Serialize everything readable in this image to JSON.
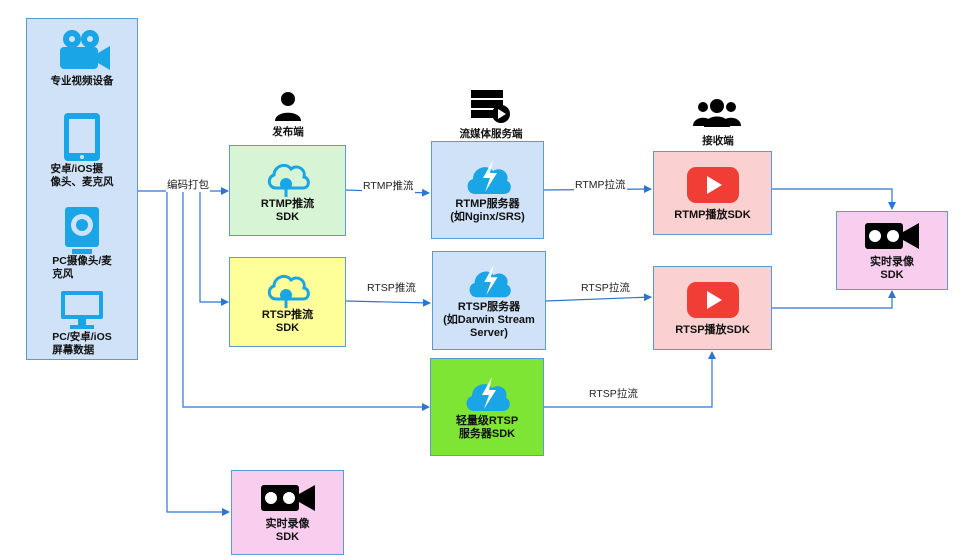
{
  "source": {
    "items": [
      {
        "label": "专业视频设备",
        "icon": "video-camera-icon"
      },
      {
        "label": "安卓/iOS摄\n像头、麦克风",
        "icon": "tablet-icon"
      },
      {
        "label": "PC摄像头/麦\n克风",
        "icon": "webcam-icon"
      },
      {
        "label": "PC/安卓/iOS\n屏幕数据",
        "icon": "monitor-icon"
      }
    ]
  },
  "edge_labels": {
    "encode": "编码打包",
    "rtmp_push": "RTMP推流",
    "rtmp_pull": "RTMP拉流",
    "rtsp_push": "RTSP推流",
    "rtsp_pull_1": "RTSP拉流",
    "rtsp_pull_2": "RTSP拉流"
  },
  "captions": {
    "publisher": "发布端",
    "server": "流媒体服务端",
    "receiver": "接收端"
  },
  "nodes": {
    "rtmp_push": "RTMP推流\nSDK",
    "rtsp_push": "RTSP推流\nSDK",
    "rtmp_server": "RTMP服务器\n(如Nginx/SRS)",
    "rtsp_server": "RTSP服务器\n(如Darwin Stream\nServer)",
    "light_rtsp": "轻量级RTSP\n服务器SDK",
    "rtmp_player": "RTMP播放SDK",
    "rtsp_player": "RTSP播放SDK",
    "record_right": "实时录像\nSDK",
    "record_bottom": "实时录像\nSDK"
  },
  "colors": {
    "line": "#2e75d0",
    "border": "#5b9bd5",
    "source_fill": "#cfe2f8",
    "push_green": "#d7f4d4",
    "push_yellow": "#ffff99",
    "server_blue": "#cfe2f8",
    "light_green": "#7ee534",
    "player_red": "#fbd0d0",
    "record_pink": "#f8cdee",
    "icon_blue": "#1aa6e6",
    "icon_red": "#f03e36"
  }
}
